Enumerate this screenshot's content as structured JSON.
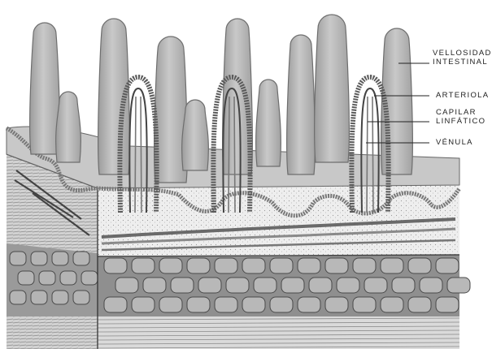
{
  "labels": {
    "villus": {
      "line1": "VELLOSIDAD",
      "line2": "INTESTINAL"
    },
    "arteriole": "ARTERIOLA",
    "lacteal": {
      "line1": "CAPILAR",
      "line2": "LINFÁTICO"
    },
    "venule": "VÉNULA"
  },
  "colors": {
    "villus_fill": "#b4b4b4",
    "villus_stroke": "#6e6e6e",
    "epithelium": "#8a8a8a",
    "submucosa": "#e6e6e6",
    "muscle_cells": "#a6a6a6",
    "muscle_lines": "#555555",
    "side_face": "#cfcfcf",
    "vessel": "#707070",
    "line": "#222222"
  }
}
